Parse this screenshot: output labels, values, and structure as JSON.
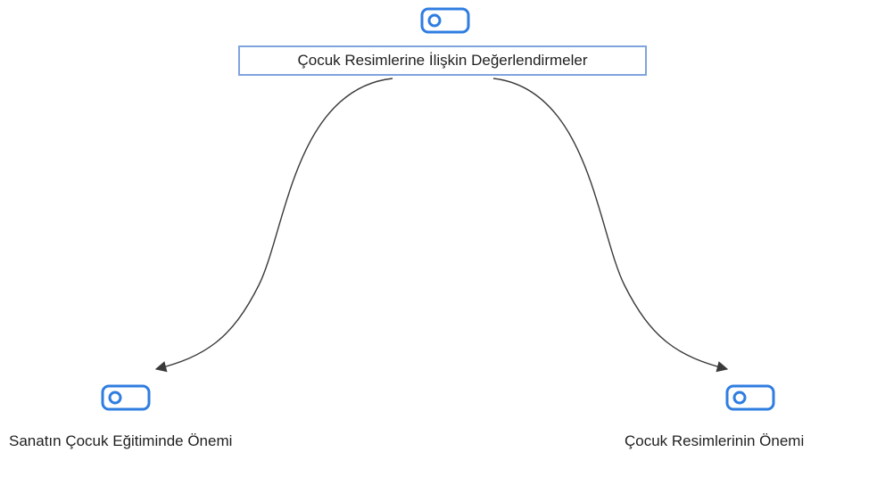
{
  "diagram": {
    "type": "mind-map",
    "root": {
      "label": "Çocuk Resimlerine İlişkin Değerlendirmeler",
      "icon": "topic-toggle-icon"
    },
    "children": [
      {
        "label": "Sanatın Çocuk Eğitiminde Önemi",
        "icon": "topic-toggle-icon"
      },
      {
        "label": "Çocuk Resimlerinin Önemi",
        "icon": "topic-toggle-icon"
      }
    ],
    "colors": {
      "icon_blue": "#2f7de1",
      "selection_border": "#7fa4dd",
      "connector": "#3a3a3a"
    }
  }
}
